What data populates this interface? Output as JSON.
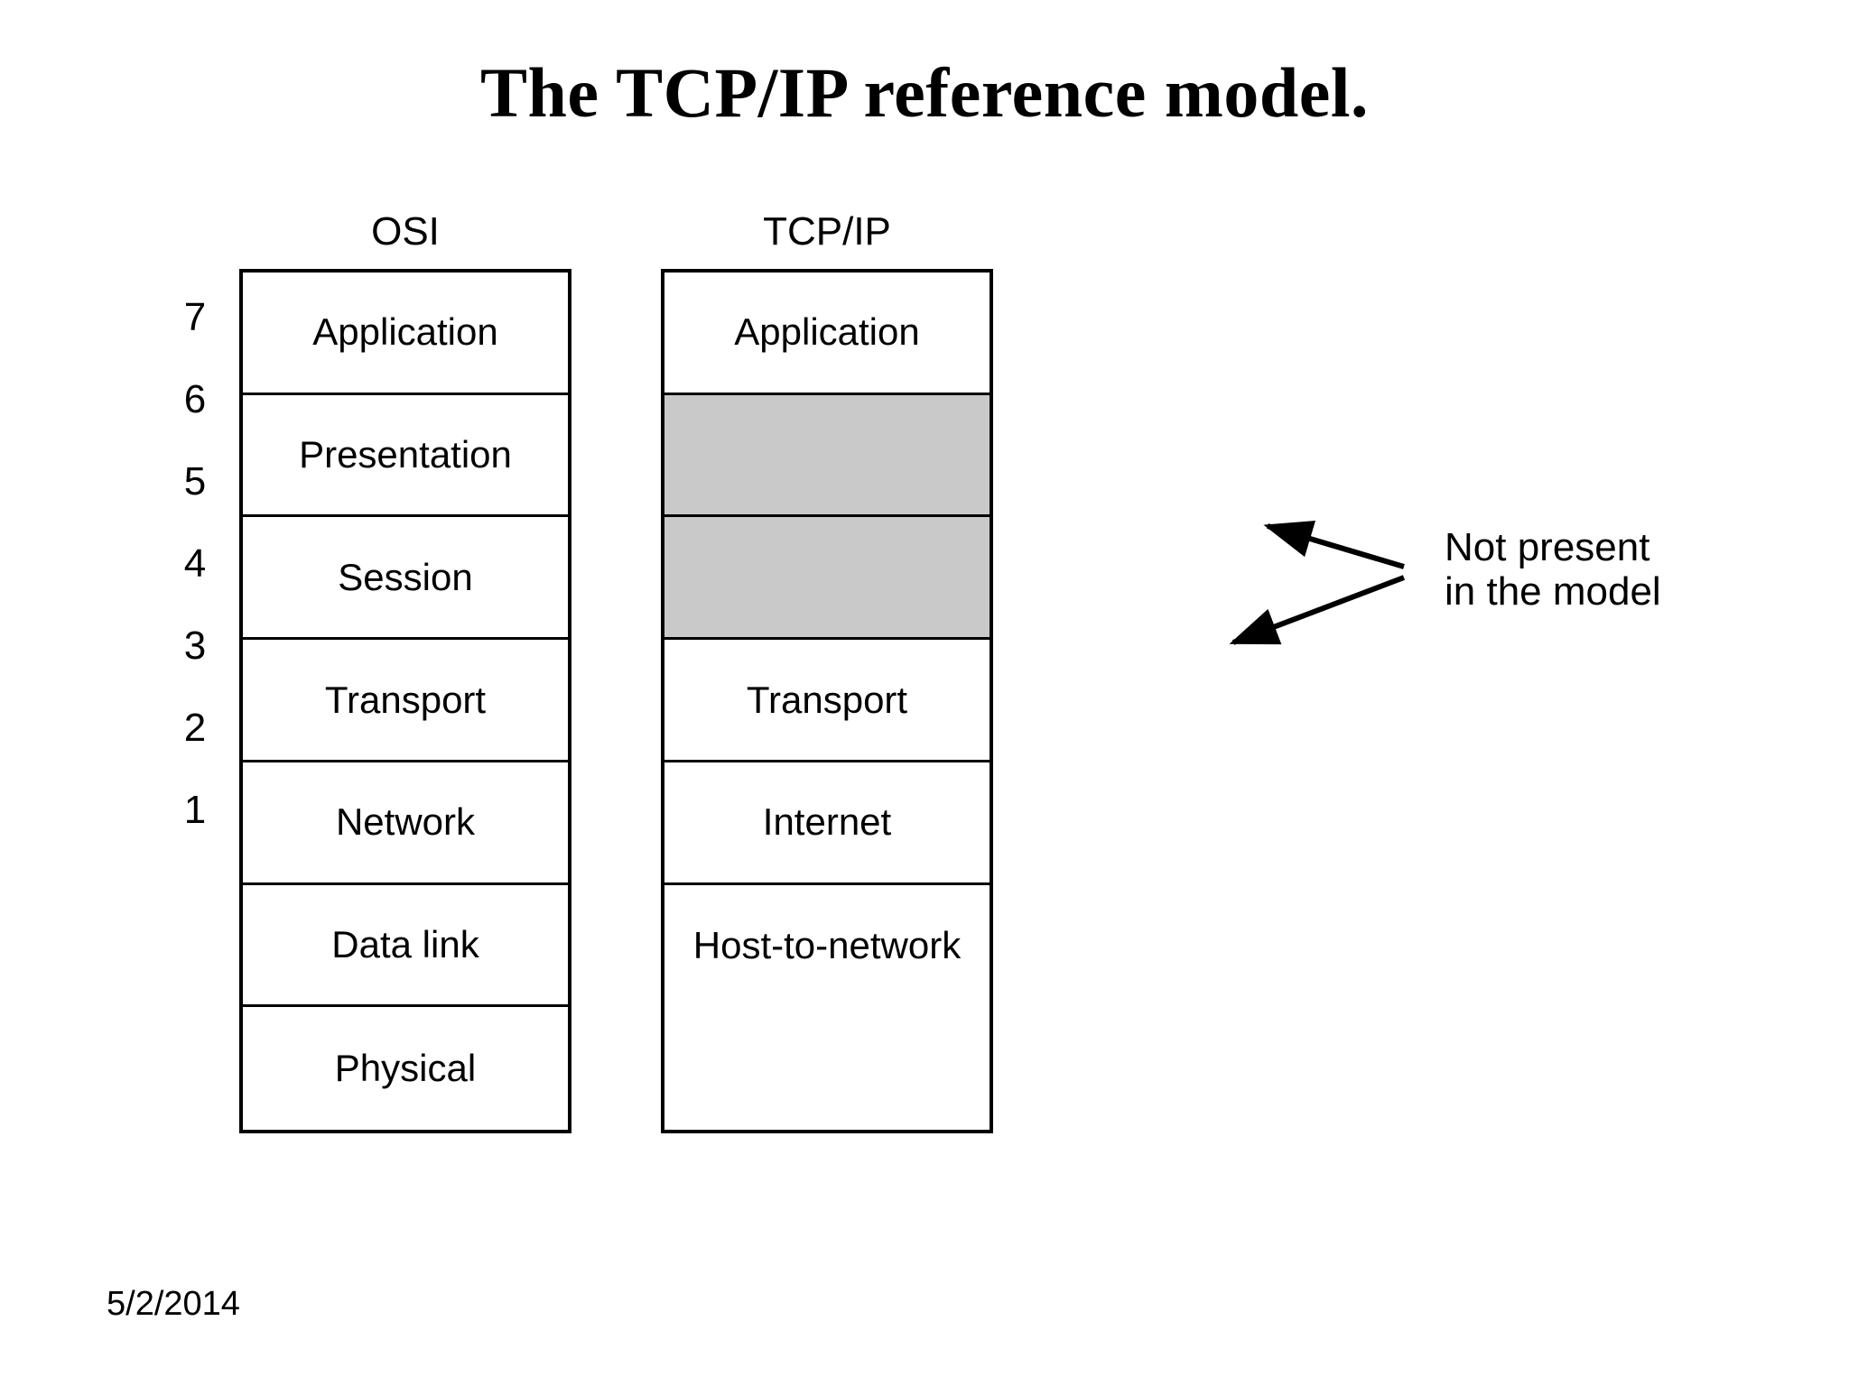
{
  "slide": {
    "title": "The TCP/IP reference model.",
    "footer_date": "5/2/2014"
  },
  "diagram": {
    "osi": {
      "header": "OSI",
      "layer_numbers": [
        "7",
        "6",
        "5",
        "4",
        "3",
        "2",
        "1"
      ],
      "layers": [
        "Application",
        "Presentation",
        "Session",
        "Transport",
        "Network",
        "Data link",
        "Physical"
      ]
    },
    "tcpip": {
      "header": "TCP/IP",
      "layers": [
        {
          "label": "Application",
          "shaded": false
        },
        {
          "label": "",
          "shaded": true
        },
        {
          "label": "",
          "shaded": true
        },
        {
          "label": "Transport",
          "shaded": false
        },
        {
          "label": "Internet",
          "shaded": false
        },
        {
          "label": "Host-to-network",
          "shaded": false
        },
        {
          "label": "",
          "shaded": false
        }
      ]
    },
    "annotation": {
      "line1": "Not present",
      "line2": "in the model"
    },
    "colors": {
      "shaded_fill": "#c9c9c9",
      "stroke": "#000000",
      "background": "#ffffff"
    }
  }
}
